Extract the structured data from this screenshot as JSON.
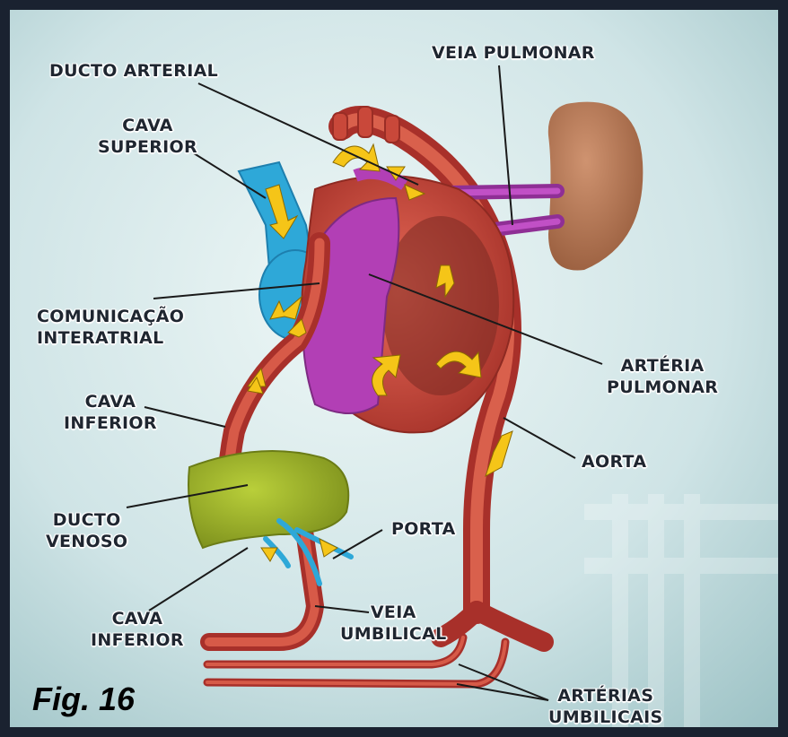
{
  "labels": {
    "ducto_arterial": "DUCTO ARTERIAL",
    "veia_pulmonar": "VEIA PULMONAR",
    "cava_superior": [
      "CAVA",
      "SUPERIOR"
    ],
    "comunicacao": [
      "COMUNICAÇÃO",
      "INTERATRIAL"
    ],
    "arteria_pulmonar": [
      "ARTÉRIA",
      "PULMONAR"
    ],
    "cava_inferior_top": [
      "CAVA",
      "INFERIOR"
    ],
    "aorta": "AORTA",
    "ducto_venoso": [
      "DUCTO",
      "VENOSO"
    ],
    "porta": "PORTA",
    "cava_inferior_bottom": [
      "CAVA",
      "INFERIOR"
    ],
    "veia_umbilical": [
      "VEIA",
      "UMBILICAL"
    ],
    "arterias_umbilicais": [
      "ARTÉRIAS",
      "UMBILICAIS"
    ]
  },
  "caption": "Fig. 16",
  "colors": {
    "background": "#cfe4e6",
    "artery": "#c9483a",
    "vena_cava": "#2ea8d8",
    "pulmonary": "#b23fb5",
    "liver": "#9fb52a",
    "lung": "#b87a55",
    "arrow": "#f5c518",
    "frame": "#1a2230"
  }
}
